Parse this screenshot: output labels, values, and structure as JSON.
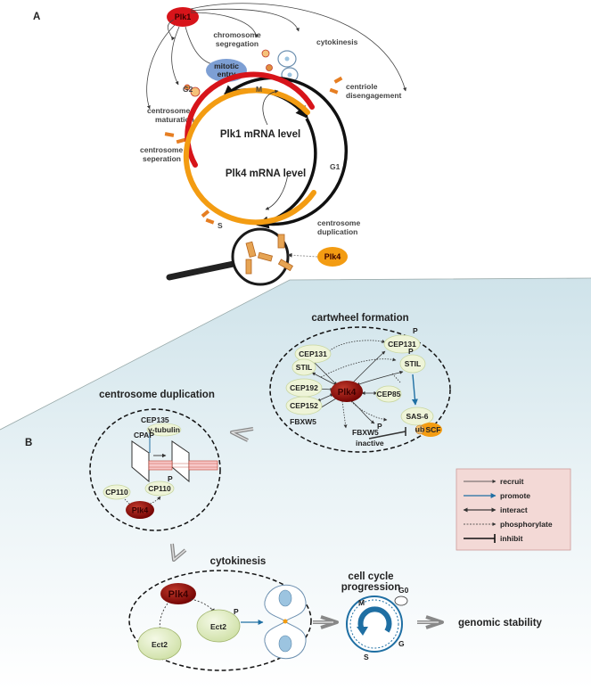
{
  "panel_a": {
    "letter": "A",
    "plk1_label": "Plk1",
    "plk4_label": "Plk4",
    "phases": {
      "g2": "G2",
      "m": "M",
      "g1": "G1",
      "s": "S"
    },
    "events": {
      "chromosome_segregation": [
        "chromosome",
        "segregation"
      ],
      "cytokinesis": "cytokinesis",
      "mitotic_entry": [
        "mitotic",
        "entry"
      ],
      "centriole_disengagement": [
        "centriole",
        "disengagement"
      ],
      "centrosome_maturation": [
        "centrosome",
        "maturation"
      ],
      "centrosome_separation": [
        "centrosome",
        "seperation"
      ],
      "centrosome_duplication": [
        "centrosome",
        "duplication"
      ]
    },
    "plk1_mrna": "Plk1 mRNA level",
    "plk4_mrna": "Plk4 mRNA level"
  },
  "panel_b": {
    "letter": "B",
    "cartwheel": {
      "title": "cartwheel formation",
      "plk4": "Plk4",
      "cep131": "CEP131",
      "cep131_p": "CEP131",
      "stil": "STIL",
      "stil_p": "STIL",
      "cep192": "CEP192",
      "cep152": "CEP152",
      "cep85": "CEP85",
      "sas6": "SAS-6",
      "fbxw5": "FBXW5",
      "fbxw5_p": "FBXW5",
      "inactive": "inactive",
      "ub": "ub",
      "scf": "SCF",
      "p": "P"
    },
    "duplication": {
      "title": "centrosome duplication",
      "cep135": "CEP135",
      "gamma_tubulin": "γ-tubulin",
      "cpap": "CPAP",
      "cp110": "CP110",
      "cp110_p": "CP110",
      "plk4": "Plk4",
      "p": "P"
    },
    "cytokinesis": {
      "title": "cytokinesis",
      "plk4": "Plk4",
      "ect2": "Ect2",
      "ect2_p": "Ect2",
      "p": "P"
    },
    "cell_cycle": {
      "title": [
        "cell cycle",
        "progression"
      ],
      "m": "M",
      "g0": "G0",
      "g": "G",
      "s": "S"
    },
    "genomic_stability": "genomic stability",
    "legend": [
      {
        "label": "recruit",
        "style": "thin-arrow",
        "color": "#333333"
      },
      {
        "label": "promote",
        "style": "blue-arrow",
        "color": "#1f6fa3"
      },
      {
        "label": "interact",
        "style": "double-arrow",
        "color": "#111111"
      },
      {
        "label": "phosphorylate",
        "style": "dashed-arrow",
        "color": "#333333"
      },
      {
        "label": "inhibit",
        "style": "inhibit-bar",
        "color": "#111111"
      }
    ]
  },
  "colors": {
    "plk1_red": "#d7141a",
    "plk4_orange": "#f39c12",
    "plk4_dark": "#8b0000",
    "node_green": "#eef4d8",
    "panel_bg": "#e2eef2",
    "legend_bg": "#f3d9d6",
    "mitotic_blue": "#7d9fd4"
  }
}
